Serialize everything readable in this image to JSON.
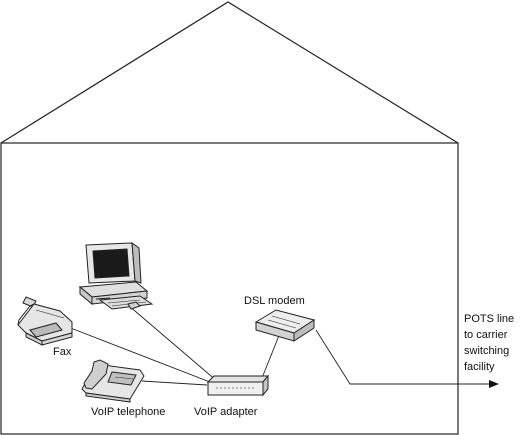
{
  "diagram": {
    "labels": {
      "dsl_modem": "DSL modem",
      "fax": "Fax",
      "voip_telephone": "VoIP telephone",
      "voip_adapter": "VoIP adapter",
      "pots_line": [
        "POTS line",
        "to carrier",
        "switching",
        "facility"
      ]
    },
    "icons": [
      "house-outline",
      "computer-icon",
      "fax-icon",
      "voip-telephone-icon",
      "voip-adapter-icon",
      "dsl-modem-icon",
      "arrow-icon"
    ],
    "colors": {
      "line": "#222222",
      "background": "#ffffff",
      "device_fill": "#e8e8e8",
      "screen_fill": "#1a1a1a"
    }
  }
}
